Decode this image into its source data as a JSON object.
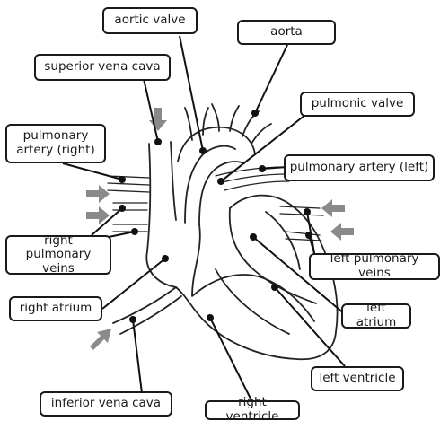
{
  "labels": {
    "aortic_valve": "aortic valve",
    "aorta": "aorta",
    "superior_vena_cava": "superior vena cava",
    "pulmonic_valve": "pulmonic valve",
    "pulmonary_artery_right": "pulmonary\nartery (right)",
    "pulmonary_artery_left": "pulmonary artery (left)",
    "right_pulmonary_veins": "right pulmonary\nveins",
    "left_pulmonary_veins": "left pulmonary veins",
    "right_atrium": "right atrium",
    "left_atrium": "left atrium",
    "left_ventricle": "left ventricle",
    "inferior_vena_cava": "inferior vena cava",
    "right_ventricle": "right ventricle"
  },
  "colors": {
    "ink": "#1a1a1a",
    "flow_arrow": "#8a8a8a",
    "background": "#ffffff"
  },
  "icons": {
    "flow_arrow": "gray-arrow"
  }
}
